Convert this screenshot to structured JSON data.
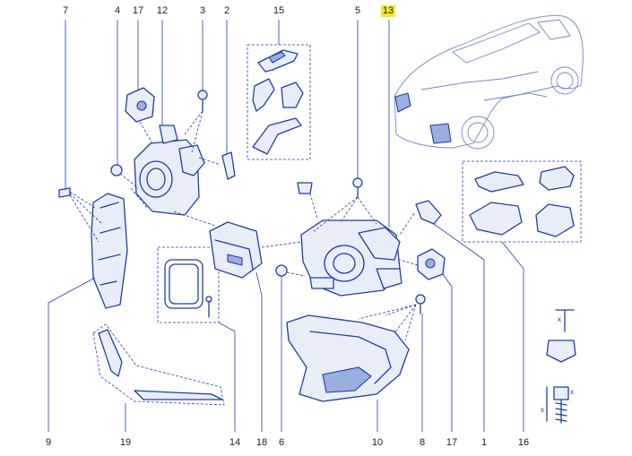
{
  "diagram": {
    "callouts": [
      {
        "id": "c7",
        "text": "7"
      },
      {
        "id": "c4",
        "text": "4"
      },
      {
        "id": "c17a",
        "text": "17"
      },
      {
        "id": "c12",
        "text": "12"
      },
      {
        "id": "c3",
        "text": "3"
      },
      {
        "id": "c2",
        "text": "2"
      },
      {
        "id": "c15",
        "text": "15"
      },
      {
        "id": "c5",
        "text": "5"
      },
      {
        "id": "c13",
        "text": "13"
      },
      {
        "id": "c9",
        "text": "9"
      },
      {
        "id": "c19",
        "text": "19"
      },
      {
        "id": "c14",
        "text": "14"
      },
      {
        "id": "c18",
        "text": "18"
      },
      {
        "id": "c6",
        "text": "6"
      },
      {
        "id": "c10",
        "text": "10"
      },
      {
        "id": "c8",
        "text": "8"
      },
      {
        "id": "c17b",
        "text": "17"
      },
      {
        "id": "c1",
        "text": "1"
      },
      {
        "id": "c16",
        "text": "16"
      }
    ],
    "highlighted_callout": "13",
    "dimension_marks": [
      "x",
      "x",
      "x"
    ],
    "colors": {
      "line": "#1d3fa6",
      "highlight": "#f4ea2a",
      "text": "#1a1a1a"
    }
  }
}
